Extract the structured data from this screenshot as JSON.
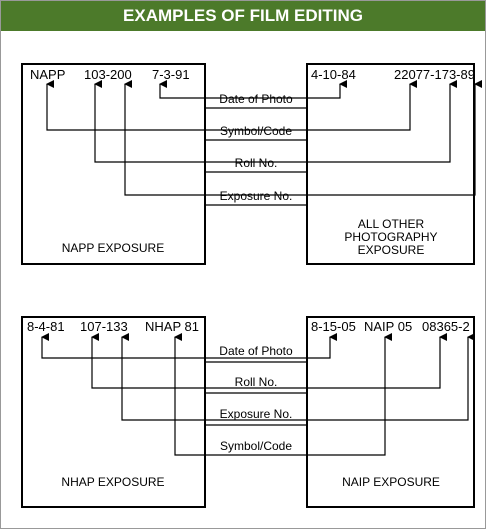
{
  "header": {
    "title": "EXAMPLES OF FILM EDITING"
  },
  "diagram1": {
    "left_codes": [
      "NAPP",
      "103-200",
      "7-3-91"
    ],
    "right_codes": [
      "4-10-84",
      "22077-173-89"
    ],
    "labels": [
      "Date of Photo",
      "Symbol/Code",
      "Roll No.",
      "Exposure No."
    ],
    "left_box_label": "NAPP EXPOSURE",
    "right_box_label": [
      "ALL OTHER",
      "PHOTOGRAPHY",
      "EXPOSURE"
    ]
  },
  "diagram2": {
    "left_codes": [
      "8-4-81",
      "107-133",
      "NHAP 81"
    ],
    "right_codes": [
      "8-15-05",
      "NAIP 05",
      "08365-2"
    ],
    "labels": [
      "Date of Photo",
      "Roll No.",
      "Exposure No.",
      "Symbol/Code"
    ],
    "left_box_label": "NHAP EXPOSURE",
    "right_box_label": "NAIP EXPOSURE"
  }
}
